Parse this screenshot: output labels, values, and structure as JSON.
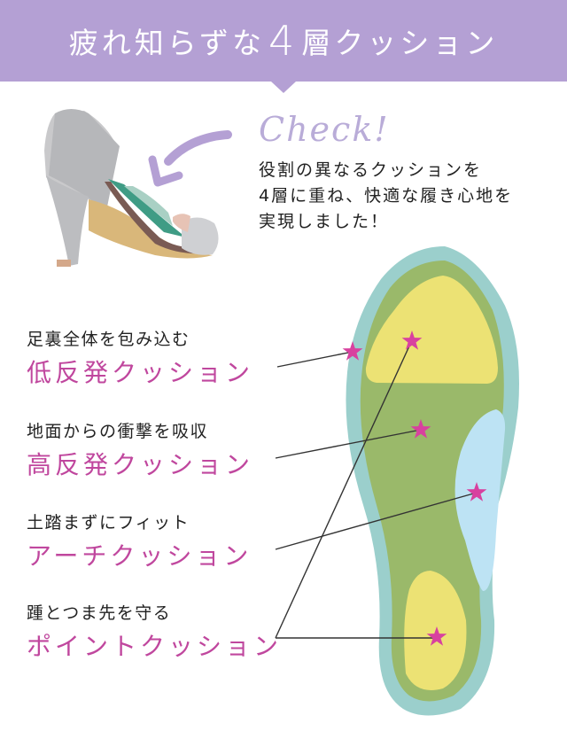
{
  "header": {
    "title_prefix": "疲れ知らずな",
    "title_number": "4",
    "title_suffix": "層クッション",
    "background_color": "#b4a0d4"
  },
  "check": {
    "label": "Check!",
    "description_lines": [
      "役割の異なるクッションを",
      "4層に重ね、快適な履き心地を",
      "実現しました！"
    ]
  },
  "cushions": [
    {
      "subtitle": "足裏全体を包み込む",
      "name": "低反発クッション"
    },
    {
      "subtitle": "地面からの衝撃を吸収",
      "name": "高反発クッション"
    },
    {
      "subtitle": "土踏まずにフィット",
      "name": "アーチクッション"
    },
    {
      "subtitle": "踵とつま先を守る",
      "name": "ポイントクッション"
    }
  ],
  "colors": {
    "accent_pink": "#c0479e",
    "star": "#d8419f",
    "insole_outer": "#9bcfcc",
    "insole_mid": "#9ab96a",
    "insole_yellow": "#ece274",
    "insole_arch": "#bde3f4",
    "arrow": "#b4a0d4"
  },
  "images": {
    "shoe": "silver-pump-shoe-image",
    "insole": "insole-layer-diagram"
  }
}
